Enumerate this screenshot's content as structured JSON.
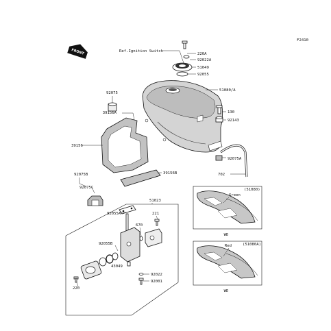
{
  "diagram": {
    "figure_code": "F2410",
    "front_label": "FRONT",
    "ref_ignition": "Ref.Ignition Switch",
    "parts": {
      "p220A": "220A",
      "p92022A": "92022A",
      "p51049": "51049",
      "p92055": "92055",
      "p51080A": "51080/A",
      "p92075": "92075",
      "p39156A": "39156A",
      "p130": "130",
      "p92143": "92143",
      "p39156": "39156",
      "p39156B": "39156B",
      "p92075A": "92075A",
      "p702": "702",
      "p92075B": "92075B",
      "p92075C": "92075C",
      "p51023": "51023",
      "p92055A": "92055A",
      "p221": "221",
      "p670": "670",
      "p92055B": "92055B",
      "p43049": "43049",
      "p92022": "92022",
      "p92001": "92001",
      "p220": "220"
    },
    "inset1": {
      "code": "(51080)",
      "color": "Green",
      "note": "WD"
    },
    "inset2": {
      "code": "(51080A)",
      "color": "Red",
      "note": "WD"
    }
  }
}
